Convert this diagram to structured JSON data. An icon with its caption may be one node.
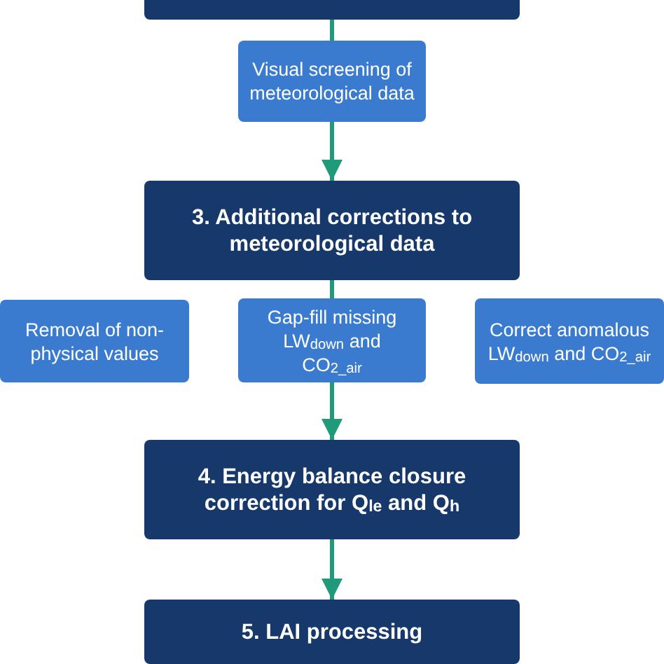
{
  "diagram": {
    "nodes": [
      {
        "text": [],
        "shape": "box"
      },
      {
        "text": [
          "Visual screening of meteorological data"
        ]
      },
      {
        "text": [
          "3. Additional corrections to meteorological data"
        ]
      },
      {
        "text": [
          "Removal of non-physical values"
        ]
      },
      {
        "text": [
          "Gap-fill missing LW$_{down}$ and CO$_{2_air}$"
        ]
      },
      {
        "text": [
          "Correct anomalous LW$_{down}$ and CO$_{2_air}$"
        ]
      },
      {
        "text": [
          "4. Energy balance closure correction for Q$_{le}$ and Q$_{h}$"
        ]
      },
      {
        "text": [
          "5. LAI processing"
        ]
      }
    ],
    "edges": [
      {
        "from": 0,
        "to": 1,
        "arrow": "none"
      },
      {
        "from": 1,
        "to": 2,
        "arrow": "to"
      },
      {
        "from": 2,
        "to": 4,
        "arrow": "none"
      },
      {
        "from": 4,
        "to": 6,
        "arrow": "to"
      },
      {
        "from": 6,
        "to": 7,
        "arrow": "to"
      }
    ]
  }
}
